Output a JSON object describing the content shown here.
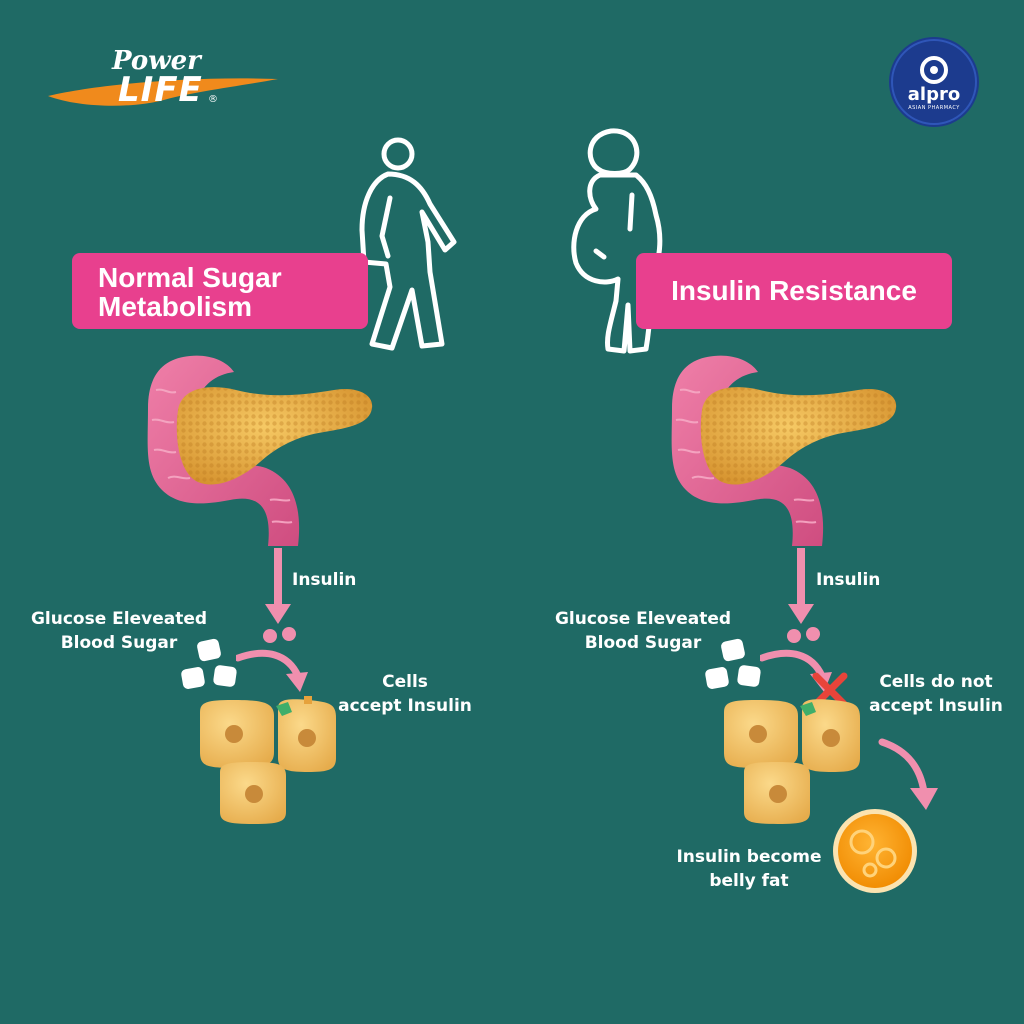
{
  "brand": {
    "logo_power": "Power",
    "logo_life": "LIFE",
    "logo_mark": "®",
    "partner_logo": "alpro",
    "partner_sub": "ASIAN PHARMACY",
    "accent_orange": "#f08a1c",
    "accent_pink": "#e8408e",
    "background": "#1f6a65"
  },
  "left": {
    "banner_line1": "Normal Sugar",
    "banner_line2": "Metabolism",
    "person_icon": "walking-person-icon",
    "insulin_label": "Insulin",
    "glucose_line1": "Glucose Eleveated",
    "glucose_line2": "Blood Sugar",
    "cells_line1": "Cells",
    "cells_line2": "accept Insulin"
  },
  "right": {
    "banner": "Insulin Resistance",
    "person_icon": "overweight-person-icon",
    "insulin_label": "Insulin",
    "glucose_line1": "Glucose Eleveated",
    "glucose_line2": "Blood Sugar",
    "cells_line1": "Cells do not",
    "cells_line2": "accept Insulin",
    "fat_line1": "Insulin become",
    "fat_line2": "belly fat"
  }
}
